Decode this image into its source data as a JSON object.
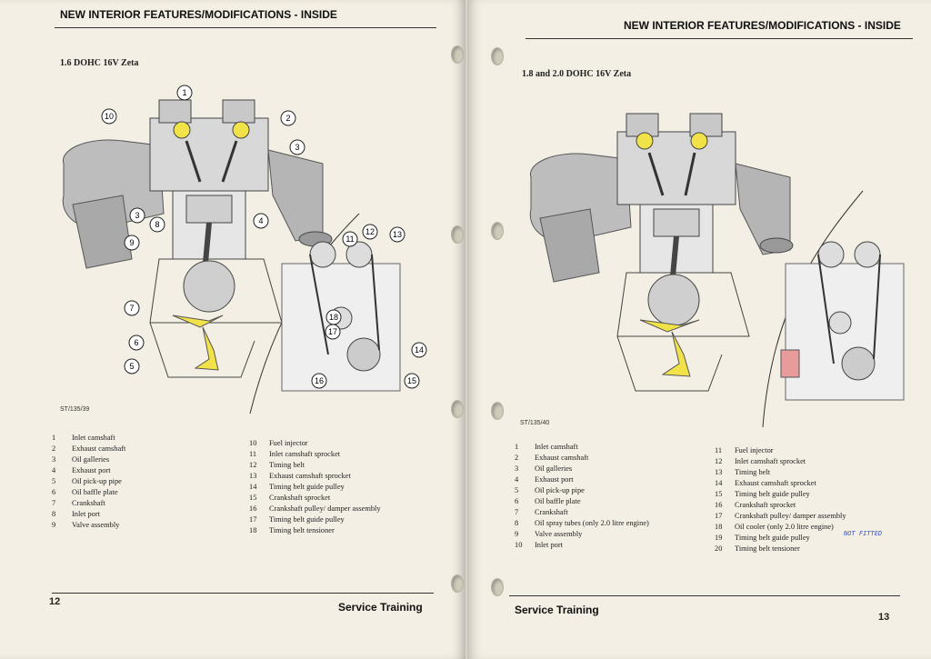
{
  "left_page": {
    "header": "NEW INTERIOR FEATURES/MODIFICATIONS - INSIDE",
    "subtitle": "1.6 DOHC 16V Zeta",
    "figure_ref": "ST/135/39",
    "callouts": [
      "1",
      "2",
      "3",
      "3",
      "4",
      "5",
      "6",
      "7",
      "8",
      "9",
      "10",
      "11",
      "12",
      "13",
      "14",
      "15",
      "16",
      "17",
      "18"
    ],
    "legend_col1": [
      {
        "num": "1",
        "text": "Inlet camshaft"
      },
      {
        "num": "2",
        "text": "Exhaust camshaft"
      },
      {
        "num": "3",
        "text": "Oil galleries"
      },
      {
        "num": "4",
        "text": "Exhaust port"
      },
      {
        "num": "5",
        "text": "Oil pick-up pipe"
      },
      {
        "num": "6",
        "text": "Oil baffle plate"
      },
      {
        "num": "7",
        "text": "Crankshaft"
      },
      {
        "num": "8",
        "text": "Inlet port"
      },
      {
        "num": "9",
        "text": "Valve assembly"
      }
    ],
    "legend_col2": [
      {
        "num": "10",
        "text": "Fuel injector"
      },
      {
        "num": "11",
        "text": "Inlet camshaft sprocket"
      },
      {
        "num": "12",
        "text": "Timing belt"
      },
      {
        "num": "13",
        "text": "Exhaust camshaft sprocket"
      },
      {
        "num": "14",
        "text": "Timing belt guide pulley"
      },
      {
        "num": "15",
        "text": "Crankshaft sprocket"
      },
      {
        "num": "16",
        "text": "Crankshaft pulley/ damper assembly"
      },
      {
        "num": "17",
        "text": "Timing belt guide pulley"
      },
      {
        "num": "18",
        "text": "Timing belt tensioner"
      }
    ],
    "page_number": "12",
    "footer": "Service Training"
  },
  "right_page": {
    "header": "NEW INTERIOR FEATURES/MODIFICATIONS - INSIDE",
    "subtitle": "1.8 and 2.0 DOHC 16V Zeta",
    "figure_ref": "ST/135/40",
    "legend_col1": [
      {
        "num": "1",
        "text": "Inlet camshaft"
      },
      {
        "num": "2",
        "text": "Exhaust camshaft"
      },
      {
        "num": "3",
        "text": "Oil galleries"
      },
      {
        "num": "4",
        "text": "Exhaust port"
      },
      {
        "num": "5",
        "text": "Oil pick-up pipe"
      },
      {
        "num": "6",
        "text": "Oil baffle plate"
      },
      {
        "num": "7",
        "text": "Crankshaft"
      },
      {
        "num": "8",
        "text": "Oil spray tubes (only 2.0 litre engine)"
      },
      {
        "num": "9",
        "text": "Valve assembly"
      },
      {
        "num": "10",
        "text": "Inlet port"
      }
    ],
    "legend_col2": [
      {
        "num": "11",
        "text": "Fuel injector"
      },
      {
        "num": "12",
        "text": "Inlet camshaft sprocket"
      },
      {
        "num": "13",
        "text": "Timing belt"
      },
      {
        "num": "14",
        "text": "Exhaust camshaft sprocket"
      },
      {
        "num": "15",
        "text": "Timing belt guide pulley"
      },
      {
        "num": "16",
        "text": "Crankshaft sprocket"
      },
      {
        "num": "17",
        "text": "Crankshaft pulley/ damper assembly"
      },
      {
        "num": "18",
        "text": "Oil cooler (only 2.0 litre engine)"
      },
      {
        "num": "19",
        "text": "Timing belt guide pulley"
      },
      {
        "num": "20",
        "text": "Timing belt tensioner"
      }
    ],
    "handwritten_note": "NOT FITTED",
    "page_number": "13",
    "footer": "Service Training"
  },
  "colors": {
    "highlight_yellow": "#f2e24a",
    "highlight_red": "#e99a9a",
    "paper": "#f4efe4"
  }
}
